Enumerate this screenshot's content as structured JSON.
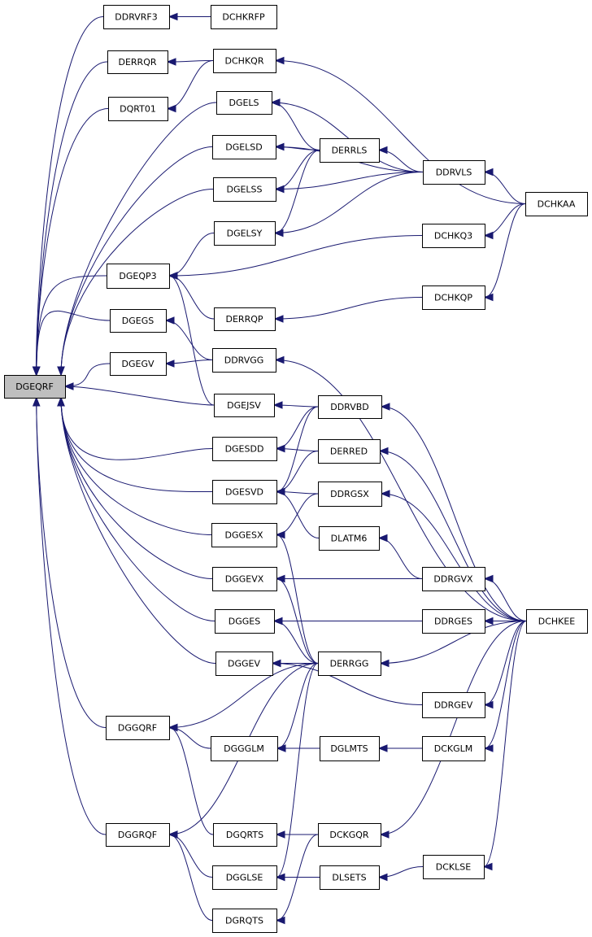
{
  "graph": {
    "root": "DGEQRF",
    "colors": {
      "edge": "#191970",
      "root_fill": "#bfbfbf",
      "node_fill": "#ffffff",
      "border": "#000000"
    },
    "nodes": [
      {
        "id": "DGEQRF",
        "label": "DGEQRF"
      },
      {
        "id": "DDRVRF3",
        "label": "DDRVRF3"
      },
      {
        "id": "DCHKRFP",
        "label": "DCHKRFP"
      },
      {
        "id": "DERRQR",
        "label": "DERRQR"
      },
      {
        "id": "DCHKQR",
        "label": "DCHKQR"
      },
      {
        "id": "DQRT01",
        "label": "DQRT01"
      },
      {
        "id": "DGELS",
        "label": "DGELS"
      },
      {
        "id": "DGELSD",
        "label": "DGELSD"
      },
      {
        "id": "DERRLS",
        "label": "DERRLS"
      },
      {
        "id": "DDRVLS",
        "label": "DDRVLS"
      },
      {
        "id": "DGELSS",
        "label": "DGELSS"
      },
      {
        "id": "DCHKAA",
        "label": "DCHKAA"
      },
      {
        "id": "DGELSY",
        "label": "DGELSY"
      },
      {
        "id": "DCHKQ3",
        "label": "DCHKQ3"
      },
      {
        "id": "DGEQP3",
        "label": "DGEQP3"
      },
      {
        "id": "DCHKQP",
        "label": "DCHKQP"
      },
      {
        "id": "DERRQP",
        "label": "DERRQP"
      },
      {
        "id": "DGEGS",
        "label": "DGEGS"
      },
      {
        "id": "DDRVGG",
        "label": "DDRVGG"
      },
      {
        "id": "DGEGV",
        "label": "DGEGV"
      },
      {
        "id": "DGEJSV",
        "label": "DGEJSV"
      },
      {
        "id": "DDRVBD",
        "label": "DDRVBD"
      },
      {
        "id": "DGESDD",
        "label": "DGESDD"
      },
      {
        "id": "DERRED",
        "label": "DERRED"
      },
      {
        "id": "DGESVD",
        "label": "DGESVD"
      },
      {
        "id": "DDRGSX",
        "label": "DDRGSX"
      },
      {
        "id": "DGGESX",
        "label": "DGGESX"
      },
      {
        "id": "DLATM6",
        "label": "DLATM6"
      },
      {
        "id": "DGGEVX",
        "label": "DGGEVX"
      },
      {
        "id": "DDRGVX",
        "label": "DDRGVX"
      },
      {
        "id": "DGGES",
        "label": "DGGES"
      },
      {
        "id": "DDRGES",
        "label": "DDRGES"
      },
      {
        "id": "DCHKEE",
        "label": "DCHKEE"
      },
      {
        "id": "DGGEV",
        "label": "DGGEV"
      },
      {
        "id": "DERRGG",
        "label": "DERRGG"
      },
      {
        "id": "DDRGEV",
        "label": "DDRGEV"
      },
      {
        "id": "DGGQRF",
        "label": "DGGQRF"
      },
      {
        "id": "DGGGLM",
        "label": "DGGGLM"
      },
      {
        "id": "DGLMTS",
        "label": "DGLMTS"
      },
      {
        "id": "DCKGLM",
        "label": "DCKGLM"
      },
      {
        "id": "DGGRQF",
        "label": "DGGRQF"
      },
      {
        "id": "DGQRTS",
        "label": "DGQRTS"
      },
      {
        "id": "DCKGQR",
        "label": "DCKGQR"
      },
      {
        "id": "DGGLSE",
        "label": "DGGLSE"
      },
      {
        "id": "DLSETS",
        "label": "DLSETS"
      },
      {
        "id": "DCKLSE",
        "label": "DCKLSE"
      },
      {
        "id": "DGRQTS",
        "label": "DGRQTS"
      }
    ],
    "edges": [
      [
        "DDRVRF3",
        "DGEQRF"
      ],
      [
        "DCHKRFP",
        "DDRVRF3"
      ],
      [
        "DERRQR",
        "DGEQRF"
      ],
      [
        "DCHKQR",
        "DERRQR"
      ],
      [
        "DCHKAA",
        "DCHKQR"
      ],
      [
        "DQRT01",
        "DGEQRF"
      ],
      [
        "DCHKQR",
        "DQRT01"
      ],
      [
        "DGELS",
        "DGEQRF"
      ],
      [
        "DERRLS",
        "DGELS"
      ],
      [
        "DDRVLS",
        "DGELS"
      ],
      [
        "DDRVLS",
        "DERRLS"
      ],
      [
        "DCHKAA",
        "DDRVLS"
      ],
      [
        "DGELSD",
        "DGEQRF"
      ],
      [
        "DERRLS",
        "DGELSD"
      ],
      [
        "DDRVLS",
        "DGELSD"
      ],
      [
        "DGELSS",
        "DGEQRF"
      ],
      [
        "DERRLS",
        "DGELSS"
      ],
      [
        "DDRVLS",
        "DGELSS"
      ],
      [
        "DGEQP3",
        "DGEQRF"
      ],
      [
        "DGELSY",
        "DGEQP3"
      ],
      [
        "DERRLS",
        "DGELSY"
      ],
      [
        "DDRVLS",
        "DGELSY"
      ],
      [
        "DCHKQ3",
        "DGEQP3"
      ],
      [
        "DCHKAA",
        "DCHKQ3"
      ],
      [
        "DERRQP",
        "DGEQP3"
      ],
      [
        "DCHKQP",
        "DERRQP"
      ],
      [
        "DCHKAA",
        "DCHKQP"
      ],
      [
        "DGEJSV",
        "DGEQP3"
      ],
      [
        "DGEGS",
        "DGEQRF"
      ],
      [
        "DDRVGG",
        "DGEGS"
      ],
      [
        "DGEGV",
        "DGEQRF"
      ],
      [
        "DDRVGG",
        "DGEGV"
      ],
      [
        "DCHKEE",
        "DDRVGG"
      ],
      [
        "DGEJSV",
        "DGEQRF"
      ],
      [
        "DDRVBD",
        "DGEJSV"
      ],
      [
        "DCHKEE",
        "DDRVBD"
      ],
      [
        "DGESDD",
        "DGEQRF"
      ],
      [
        "DDRVBD",
        "DGESDD"
      ],
      [
        "DERRED",
        "DGESDD"
      ],
      [
        "DCHKEE",
        "DERRED"
      ],
      [
        "DGESVD",
        "DGEQRF"
      ],
      [
        "DDRVBD",
        "DGESVD"
      ],
      [
        "DERRED",
        "DGESVD"
      ],
      [
        "DDRGSX",
        "DGESVD"
      ],
      [
        "DCHKEE",
        "DDRGSX"
      ],
      [
        "DGGESX",
        "DGEQRF"
      ],
      [
        "DDRGSX",
        "DGGESX"
      ],
      [
        "DERRGG",
        "DGGESX"
      ],
      [
        "DLATM6",
        "DGESVD"
      ],
      [
        "DDRGVX",
        "DLATM6"
      ],
      [
        "DGGEVX",
        "DGEQRF"
      ],
      [
        "DDRGVX",
        "DGGEVX"
      ],
      [
        "DERRGG",
        "DGGEVX"
      ],
      [
        "DCHKEE",
        "DDRGVX"
      ],
      [
        "DGGES",
        "DGEQRF"
      ],
      [
        "DDRGES",
        "DGGES"
      ],
      [
        "DERRGG",
        "DGGES"
      ],
      [
        "DCHKEE",
        "DDRGES"
      ],
      [
        "DGGEV",
        "DGEQRF"
      ],
      [
        "DERRGG",
        "DGGEV"
      ],
      [
        "DDRGEV",
        "DGGEV"
      ],
      [
        "DCHKEE",
        "DERRGG"
      ],
      [
        "DCHKEE",
        "DDRGEV"
      ],
      [
        "DGGQRF",
        "DGEQRF"
      ],
      [
        "DERRGG",
        "DGGQRF"
      ],
      [
        "DGGGLM",
        "DGGQRF"
      ],
      [
        "DGQRTS",
        "DGGQRF"
      ],
      [
        "DERRGG",
        "DGGGLM"
      ],
      [
        "DGLMTS",
        "DGGGLM"
      ],
      [
        "DCKGLM",
        "DGLMTS"
      ],
      [
        "DCHKEE",
        "DCKGLM"
      ],
      [
        "DGGRQF",
        "DGEQRF"
      ],
      [
        "DERRGG",
        "DGGRQF"
      ],
      [
        "DGGLSE",
        "DGGRQF"
      ],
      [
        "DGRQTS",
        "DGGRQF"
      ],
      [
        "DCKGQR",
        "DGQRTS"
      ],
      [
        "DCHKEE",
        "DCKGQR"
      ],
      [
        "DCKGQR",
        "DGRQTS"
      ],
      [
        "DERRGG",
        "DGGLSE"
      ],
      [
        "DLSETS",
        "DGGLSE"
      ],
      [
        "DCKLSE",
        "DLSETS"
      ],
      [
        "DCHKEE",
        "DCKLSE"
      ]
    ]
  }
}
